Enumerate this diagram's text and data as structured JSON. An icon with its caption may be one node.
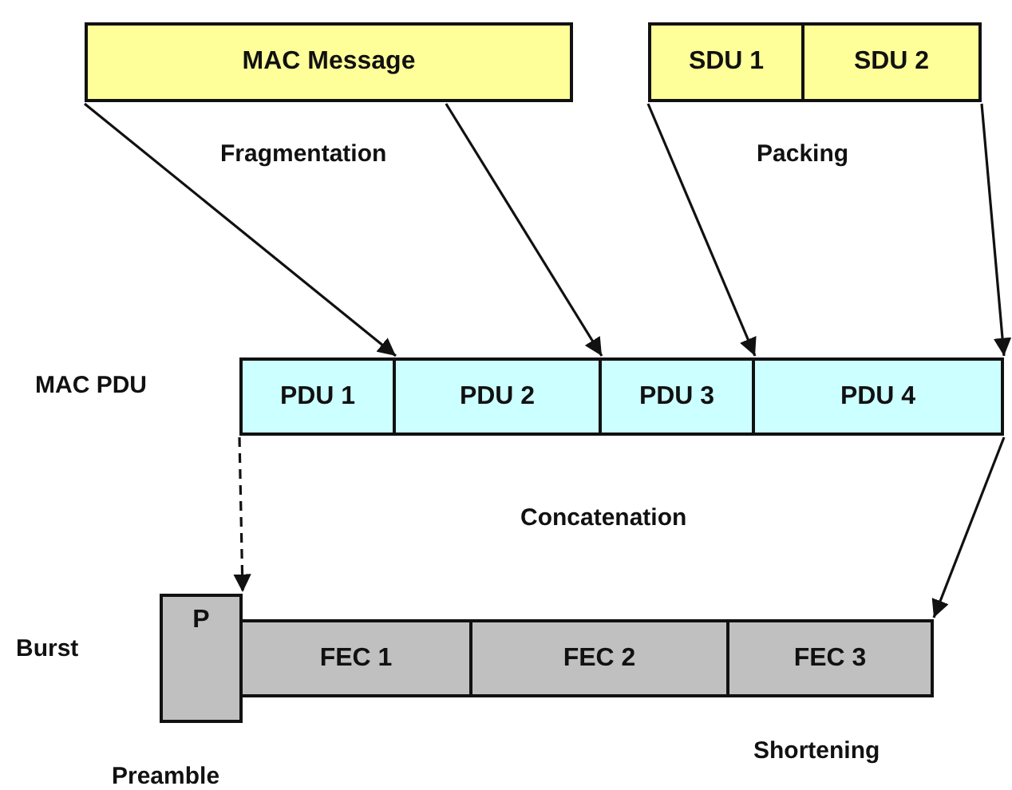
{
  "diagram": {
    "nodes": [
      {
        "text": [
          "MAC Message"
        ]
      },
      {
        "text": [
          "SDU 1"
        ]
      },
      {
        "text": [
          "SDU 2"
        ]
      },
      {
        "text": [
          "PDU 1"
        ]
      },
      {
        "text": [
          "PDU 2"
        ]
      },
      {
        "text": [
          "PDU 3"
        ]
      },
      {
        "text": [
          "PDU 4"
        ]
      },
      {
        "text": [
          "P"
        ],
        "beside": [
          "Preamble"
        ]
      },
      {
        "text": [
          "FEC 1"
        ]
      },
      {
        "text": [
          "FEC 2"
        ]
      },
      {
        "text": [
          "FEC 3"
        ]
      }
    ],
    "edges": [
      {
        "from": 0,
        "to": 3,
        "arrow": "to"
      },
      {
        "from": 0,
        "to": 4,
        "arrow": "to"
      },
      {
        "from": 1,
        "to": 5,
        "arrow": "to"
      },
      {
        "from": 2,
        "to": 6,
        "arrow": "to"
      },
      {
        "from": 6,
        "to": 10,
        "arrow": "to"
      },
      {
        "from": 3,
        "to": 7,
        "arrow": "to",
        "style": "dashed"
      }
    ],
    "labels": [
      "Fragmentation",
      "Packing",
      "MAC PDU",
      "Concatenation",
      "Burst",
      "Shortening"
    ]
  }
}
